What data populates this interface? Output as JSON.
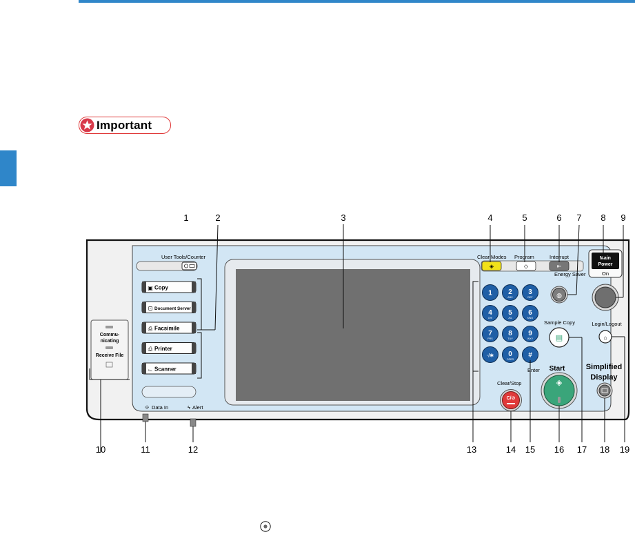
{
  "colors": {
    "accent": "#2f86c9",
    "panel": "#d2e6f4",
    "start": "#3aa57a",
    "clearstop": "#e03a3a",
    "clearmodes": "#f2e21a"
  },
  "badge": {
    "label": "Important",
    "icon": "star-icon"
  },
  "callouts": [
    "1",
    "2",
    "3",
    "4",
    "5",
    "6",
    "7",
    "8",
    "9",
    "10",
    "11",
    "12",
    "13",
    "14",
    "15",
    "16",
    "17",
    "18",
    "19"
  ],
  "panel": {
    "user_tools_counter": "User Tools/Counter",
    "modes": [
      {
        "label": "Copy",
        "icon": "copy-icon"
      },
      {
        "label": "Document Server",
        "icon": "document-server-icon"
      },
      {
        "label": "Facsimile",
        "icon": "facsimile-icon"
      },
      {
        "label": "Printer",
        "icon": "printer-icon"
      },
      {
        "label": "Scanner",
        "icon": "scanner-icon"
      }
    ],
    "indicators": {
      "communicating": [
        "Commu-",
        "nicating"
      ],
      "receive_file": "Receive File"
    },
    "data_in": "Data In",
    "alert": "Alert",
    "top_keys": {
      "clear_modes": "Clear Modes",
      "program": "Program",
      "interrupt": "Interrupt"
    },
    "keypad": [
      {
        "num": "1",
        "sub": ""
      },
      {
        "num": "2",
        "sub": "ABC"
      },
      {
        "num": "3",
        "sub": "DEF"
      },
      {
        "num": "4",
        "sub": "GHI"
      },
      {
        "num": "5",
        "sub": "JKL"
      },
      {
        "num": "6",
        "sub": "MNO"
      },
      {
        "num": "7",
        "sub": "PRS"
      },
      {
        "num": "8",
        "sub": "TUV"
      },
      {
        "num": "9",
        "sub": "WXY"
      },
      {
        "num": "·/✱",
        "sub": ""
      },
      {
        "num": "0",
        "sub": "OPER"
      },
      {
        "num": "#",
        "sub": ""
      }
    ],
    "enter": "Enter",
    "clear_stop": "Clear/Stop",
    "clear_stop_glyph": "C/⊘",
    "start": "Start",
    "energy_saver": "Energy Saver",
    "sample_copy": "Sample Copy",
    "main_power": [
      "Main",
      "Power"
    ],
    "on": "On",
    "login_logout": "Login/Logout",
    "simplified_display": [
      "Simplified",
      "Display"
    ]
  }
}
